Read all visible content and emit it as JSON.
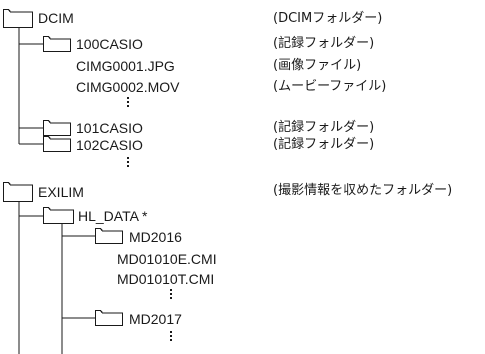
{
  "tree": {
    "dcim": "DCIM",
    "dcim_desc": "(DCIMフォルダー)",
    "folder_100": "100CASIO",
    "folder_100_desc": "(記録フォルダー)",
    "file_jpg": "CIMG0001.JPG",
    "file_jpg_desc": "(画像ファイル)",
    "file_mov": "CIMG0002.MOV",
    "file_mov_desc": "(ムービーファイル)",
    "folder_101": "101CASIO",
    "folder_101_desc": "(記録フォルダー)",
    "folder_102": "102CASIO",
    "folder_102_desc": "(記録フォルダー)",
    "exilim": "EXILIM",
    "exilim_desc": "(撮影情報を収めたフォルダー)",
    "hl_data": "HL_DATA *",
    "md2016": "MD2016",
    "file_cmi_e": "MD01010E.CMI",
    "file_cmi_t": "MD01010T.CMI",
    "md2017": "MD2017"
  },
  "colors": {
    "line": "#1a1a1a",
    "text": "#1a1a1a",
    "background": "#ffffff"
  }
}
